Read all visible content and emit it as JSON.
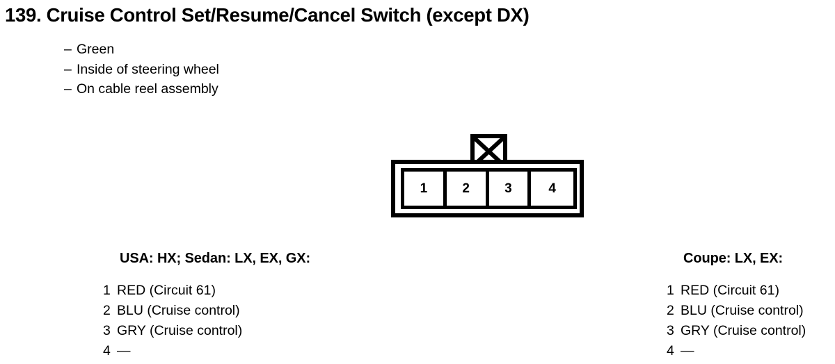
{
  "title": "139. Cruise Control Set/Resume/Cancel Switch (except DX)",
  "attributes": [
    {
      "dash": "–",
      "text": "Green"
    },
    {
      "dash": "–",
      "text": "Inside of steering wheel"
    },
    {
      "dash": "–",
      "text": "On cable reel assembly"
    }
  ],
  "connector": {
    "pin_count": 4,
    "pins": [
      "1",
      "2",
      "3",
      "4"
    ],
    "tab_marking": "x-cross",
    "line_color": "#000000",
    "fill_color": "#ffffff"
  },
  "variants": [
    {
      "heading": "USA: HX; Sedan: LX, EX, GX:",
      "pins": [
        {
          "num": "1",
          "text": "RED (Circuit 61)"
        },
        {
          "num": "2",
          "text": "BLU (Cruise control)"
        },
        {
          "num": "3",
          "text": "GRY (Cruise control)"
        },
        {
          "num": "4",
          "text": "—"
        }
      ]
    },
    {
      "heading": "Coupe: LX, EX:",
      "pins": [
        {
          "num": "1",
          "text": "RED (Circuit 61)"
        },
        {
          "num": "2",
          "text": "BLU (Cruise control)"
        },
        {
          "num": "3",
          "text": "GRY (Cruise control)"
        },
        {
          "num": "4",
          "text": "—"
        }
      ]
    }
  ]
}
